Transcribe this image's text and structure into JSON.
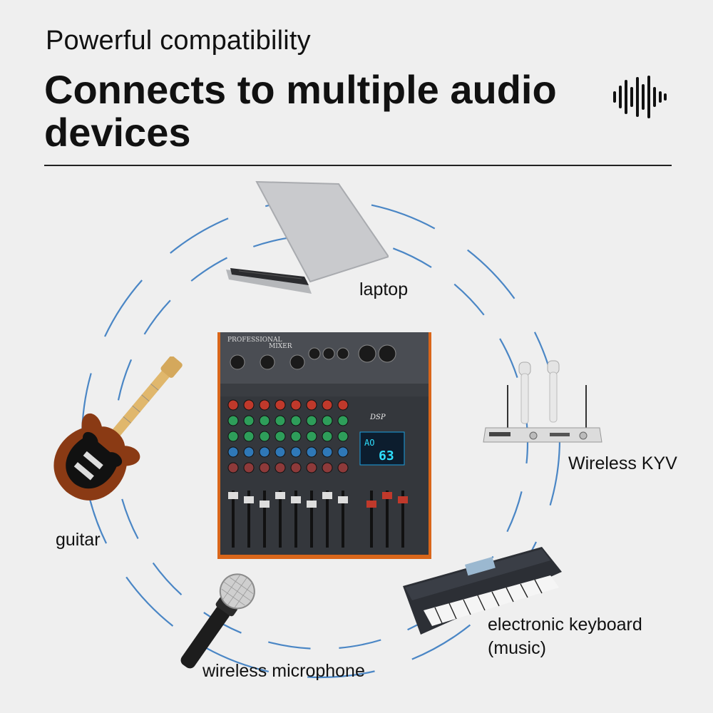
{
  "header": {
    "subtitle": "Powerful compatibility",
    "title": "Connects to multiple audio devices",
    "sound_icon": "sound-wave-icon"
  },
  "mixer": {
    "brand_line1": "PROFESSIONAL",
    "brand_line2": "MIXER",
    "dsp_label": "DSP",
    "display_top": "AO",
    "display_value": "63"
  },
  "devices": {
    "laptop": "laptop",
    "wireless_kyv": "Wireless KYV",
    "guitar": "guitar",
    "keyboard_line1": "electronic keyboard",
    "keyboard_line2": " (music)",
    "microphone": "wireless microphone"
  },
  "colors": {
    "background": "#efefef",
    "ring": "#4a86c5",
    "text": "#111111",
    "mixer_body": "#3a3d42",
    "mixer_accent": "#d9661a",
    "display": "#1aa0e0"
  }
}
